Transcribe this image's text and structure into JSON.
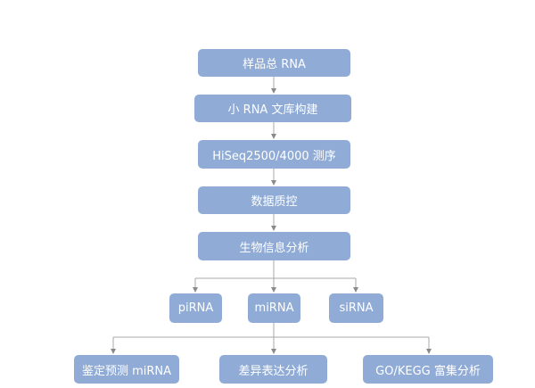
{
  "flowchart": {
    "steps": {
      "total_rna": "样品总 RNA",
      "library": "小 RNA 文库构建",
      "sequencing": "HiSeq2500/4000 测序",
      "qc": "数据质控",
      "bioinfo": "生物信息分析"
    },
    "rna_types": {
      "pirna": "piRNA",
      "mirna": "miRNA",
      "sirna": "siRNA"
    },
    "analyses": {
      "identify": "鉴定预测 miRNA",
      "diff_expr": "差异表达分析",
      "enrichment": "GO/KEGG 富集分析"
    }
  },
  "colors": {
    "box_fill": "#8fabd6",
    "box_text": "#ffffff",
    "connector": "#a9a9a9"
  }
}
